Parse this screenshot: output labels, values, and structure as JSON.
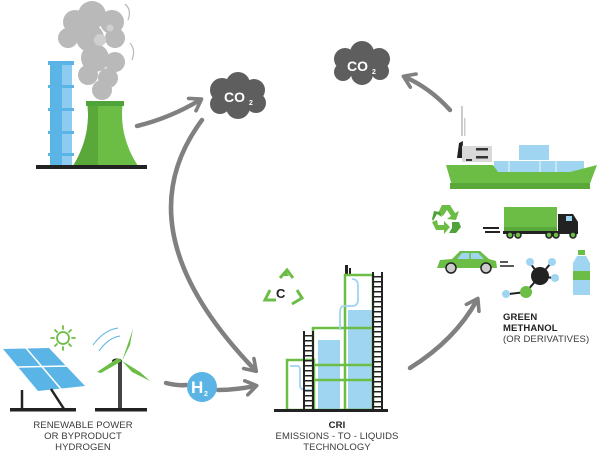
{
  "title": "CRI Emissions-to-Liquids carbon cycle",
  "colors": {
    "green": "#6cbd45",
    "dark_green": "#4fa33a",
    "blue": "#5ab4e6",
    "light_blue": "#9fd5f0",
    "grey_arrow": "#808080",
    "cloud": "#5e5e5e",
    "black": "#222222"
  },
  "nodes": {
    "co2_left": {
      "text": "CO",
      "sub": "2",
      "icon": "co2-cloud-icon"
    },
    "co2_right": {
      "text": "CO",
      "sub": "2",
      "icon": "co2-cloud-icon"
    },
    "h2": {
      "text": "H",
      "sub": "2",
      "icon": "hydrogen-circle-icon"
    },
    "carbon": {
      "text": "C",
      "icon": "carbon-recycle-icon"
    }
  },
  "labels": {
    "renewable": {
      "line1": "RENEWABLE POWER",
      "line2": "OR BYPRODUCT",
      "line3": "HYDROGEN"
    },
    "cri": {
      "title": "CRI",
      "line1": "EMISSIONS - TO - LIQUIDS",
      "line2": "TECHNOLOGY"
    },
    "methanol": {
      "line1": "GREEN",
      "line2": "METHANOL",
      "line3": "(OR DERIVATIVES)"
    }
  },
  "icons": [
    "factory-icon",
    "ship-icon",
    "recycle-icon",
    "truck-icon",
    "car-icon",
    "molecule-icon",
    "bottle-icon",
    "solar-panel-icon",
    "sun-icon",
    "wind-turbine-icon",
    "plant-icon"
  ]
}
